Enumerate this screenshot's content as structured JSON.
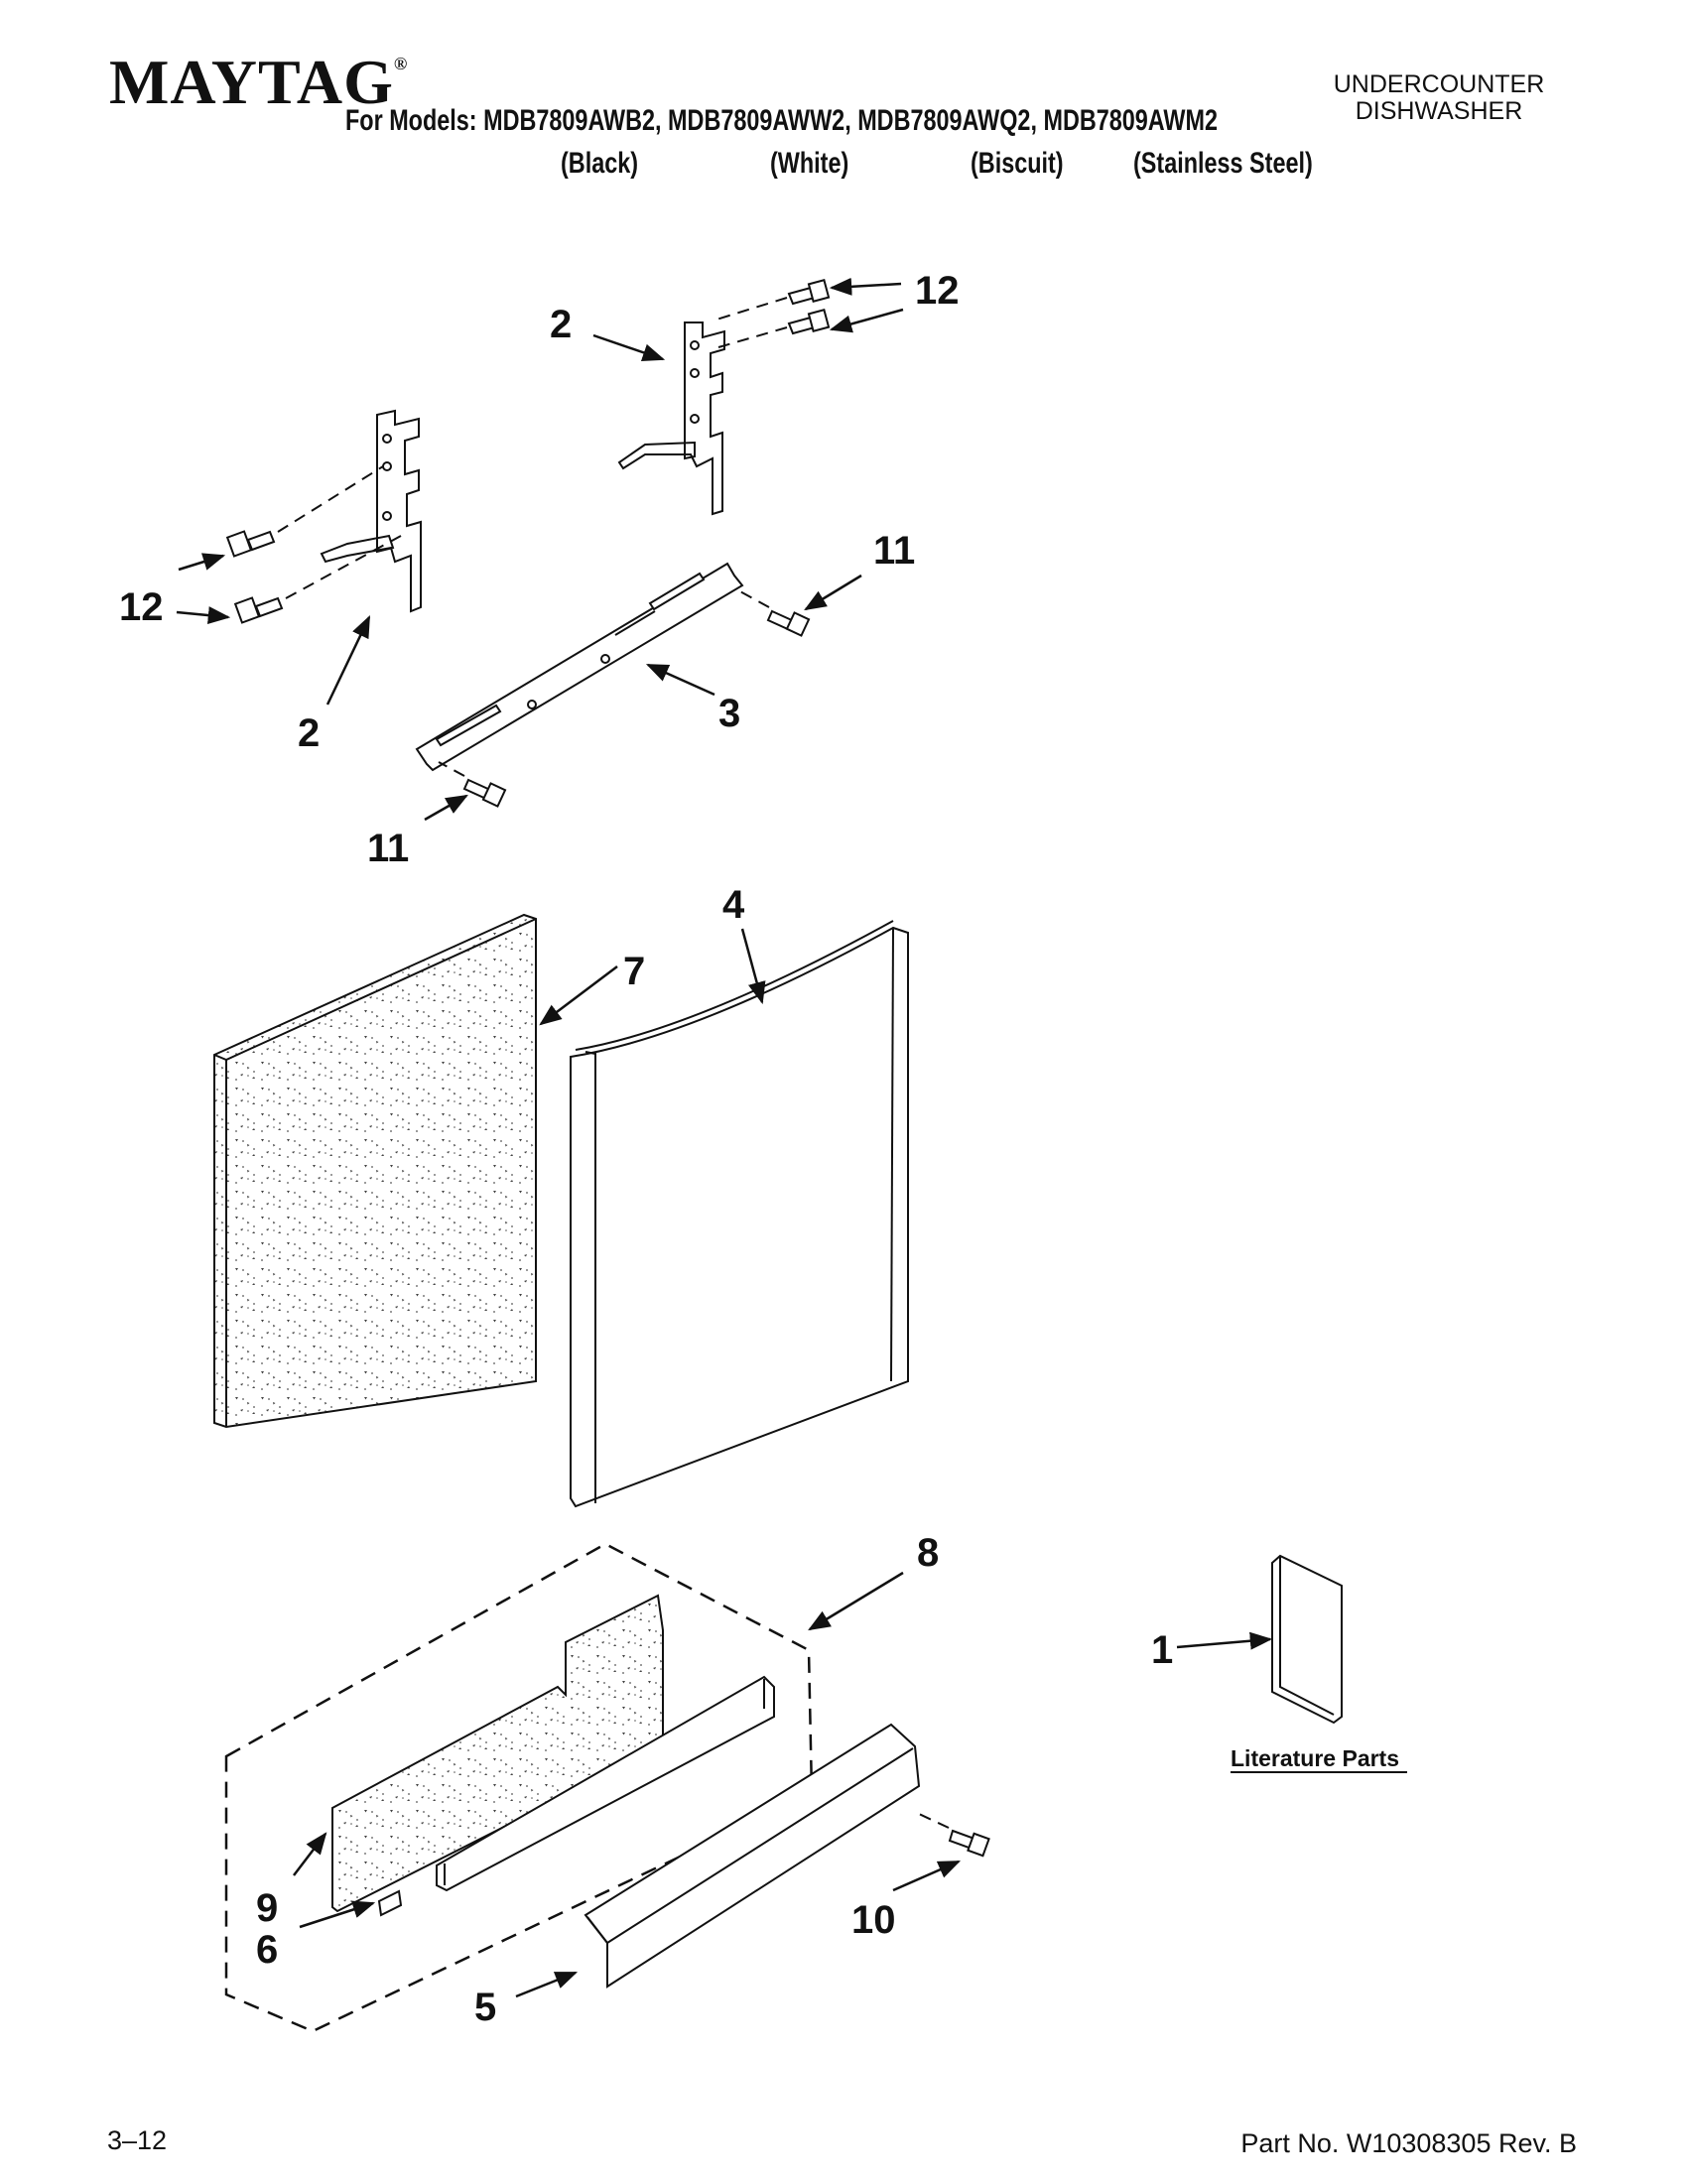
{
  "header": {
    "brand": "MAYTAG",
    "trademark": "®",
    "models_line": "For Models: MDB7809AWB2, MDB7809AWW2, MDB7809AWQ2, MDB7809AWM2",
    "finishes": [
      "(Black)",
      "(White)",
      "(Biscuit)",
      "(Stainless Steel)"
    ],
    "category_line1": "UNDERCOUNTER",
    "category_line2": "DISHWASHER"
  },
  "callouts": {
    "c1": "1",
    "c2a": "2",
    "c2b": "2",
    "c3": "3",
    "c4": "4",
    "c5": "5",
    "c6": "6",
    "c7": "7",
    "c8": "8",
    "c9": "9",
    "c10": "10",
    "c11a": "11",
    "c11b": "11",
    "c12a": "12",
    "c12b": "12"
  },
  "literature_label": "Literature Parts",
  "footer": {
    "page": "3–12",
    "part_no": "Part No. W10308305 Rev. B"
  }
}
